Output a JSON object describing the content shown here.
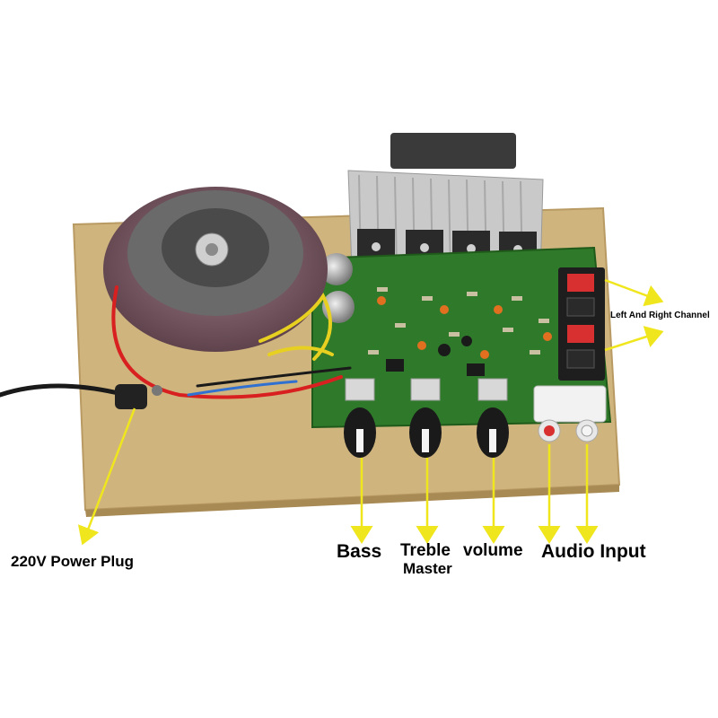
{
  "photo": {
    "subject": "amplifier-board",
    "colors": {
      "background": "#ffffff",
      "wood_board": "#cfb47e",
      "pcb": "#2f7a2a",
      "heatsink": "#c9c9c9",
      "toroid": "#7a5a63",
      "arrow": "#f0e61e"
    }
  },
  "callouts": {
    "power_plug": "220V Power Plug",
    "bass": "Bass",
    "treble": "Treble",
    "volume": "volume",
    "master": "Master",
    "audio_input": "Audio Input",
    "left_right_channel": "Left And Right Channel"
  }
}
